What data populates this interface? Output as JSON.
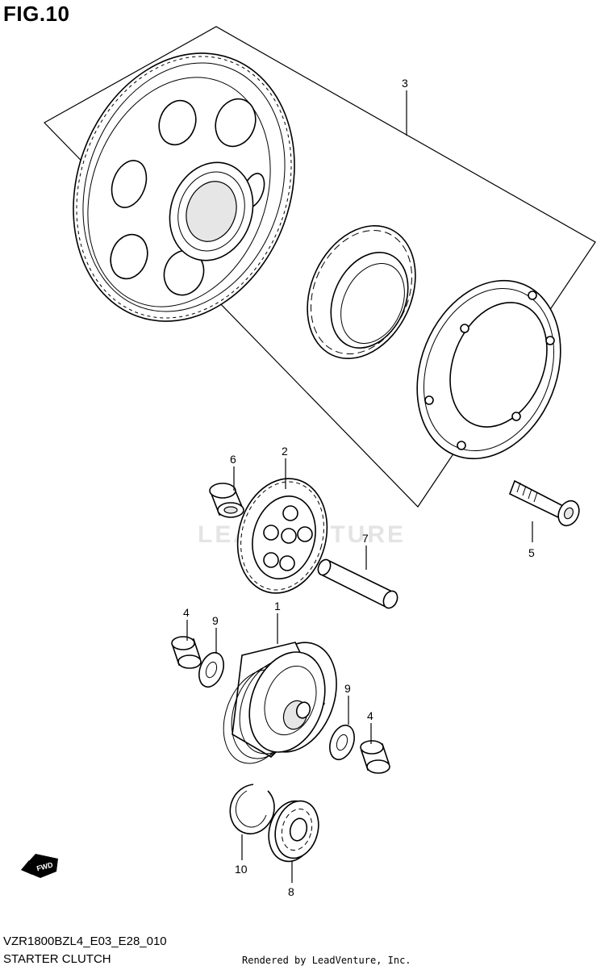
{
  "figure": {
    "title": "FIG.10"
  },
  "footer": {
    "model_code": "VZR1800BZL4_E03_E28_010",
    "caption": "STARTER CLUTCH",
    "credit": "Rendered by LeadVenture, Inc."
  },
  "watermark": {
    "text": "LEADVENTURE"
  },
  "callouts": [
    {
      "id": "p1",
      "label": "1"
    },
    {
      "id": "p2",
      "label": "2"
    },
    {
      "id": "p3",
      "label": "3"
    },
    {
      "id": "p4a",
      "label": "4"
    },
    {
      "id": "p4b",
      "label": "4"
    },
    {
      "id": "p5",
      "label": "5"
    },
    {
      "id": "p6",
      "label": "6"
    },
    {
      "id": "p7",
      "label": "7"
    },
    {
      "id": "p8",
      "label": "8"
    },
    {
      "id": "p9a",
      "label": "9"
    },
    {
      "id": "p9b",
      "label": "9"
    },
    {
      "id": "p10",
      "label": "10"
    }
  ],
  "direction_badge": {
    "text": "FWD",
    "icon": "fwd-arrow-icon"
  },
  "colors": {
    "ink": "#000000",
    "paper": "#ffffff",
    "watermark": "#e4e4e4"
  }
}
